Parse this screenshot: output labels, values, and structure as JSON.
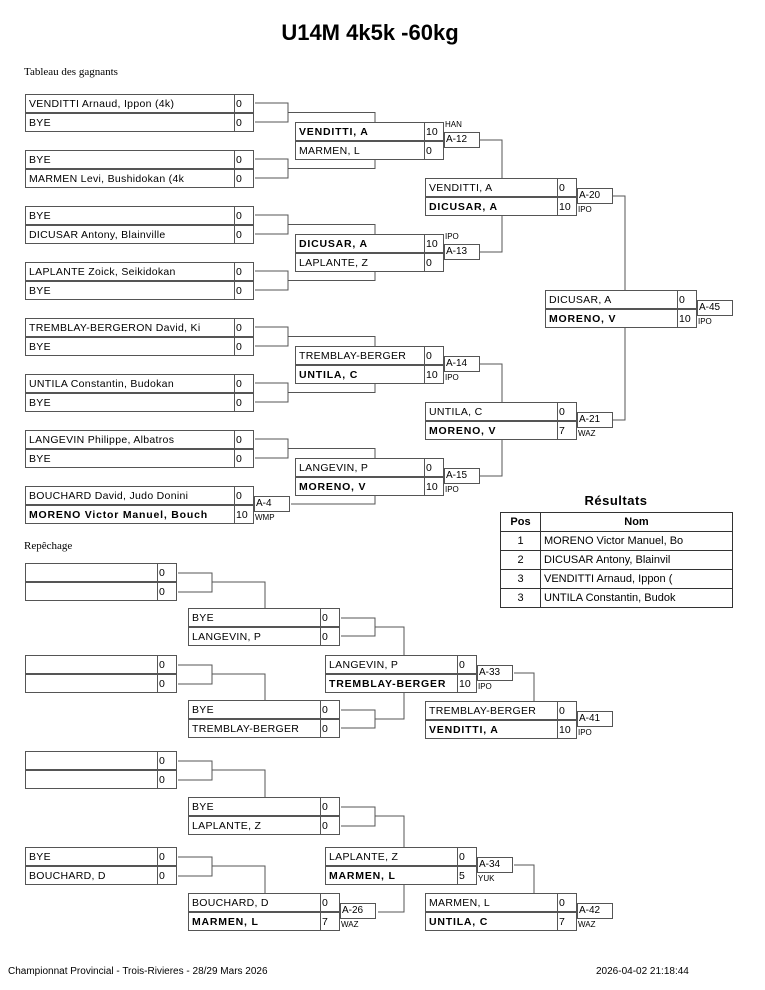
{
  "title": "U14M 4k5k -60kg",
  "sections": {
    "winners": "Tableau des gagnants",
    "repechage": "Repêchage"
  },
  "winners": {
    "r1": [
      {
        "p1": {
          "name": "VENDITTI Arnaud, Ippon (4k)",
          "score": "0"
        },
        "p2": {
          "name": "BYE",
          "score": "0"
        }
      },
      {
        "p1": {
          "name": "BYE",
          "score": "0"
        },
        "p2": {
          "name": "MARMEN Levi, Bushidokan (4k",
          "score": "0"
        }
      },
      {
        "p1": {
          "name": "BYE",
          "score": "0"
        },
        "p2": {
          "name": "DICUSAR Antony, Blainville",
          "score": "0"
        }
      },
      {
        "p1": {
          "name": "LAPLANTE Zoick, Seikidokan",
          "score": "0"
        },
        "p2": {
          "name": "BYE",
          "score": "0"
        }
      },
      {
        "p1": {
          "name": "TREMBLAY-BERGERON David, Ki",
          "score": "0"
        },
        "p2": {
          "name": "BYE",
          "score": "0"
        }
      },
      {
        "p1": {
          "name": "UNTILA Constantin, Budokan",
          "score": "0"
        },
        "p2": {
          "name": "BYE",
          "score": "0"
        }
      },
      {
        "p1": {
          "name": "LANGEVIN Philippe, Albatros",
          "score": "0"
        },
        "p2": {
          "name": "BYE",
          "score": "0"
        }
      },
      {
        "p1": {
          "name": "BOUCHARD David, Judo Donini",
          "score": "0"
        },
        "p2": {
          "name": "MORENO Victor Manuel, Bouch",
          "score": "10",
          "winner": true
        },
        "id": "A-4",
        "tech": "WMP"
      }
    ],
    "r2": [
      {
        "p1": {
          "name": "VENDITTI, A",
          "score": "10",
          "winner": true
        },
        "p2": {
          "name": "MARMEN, L",
          "score": "0"
        },
        "id": "A-12",
        "tech": "HAN",
        "tech_pos": "top"
      },
      {
        "p1": {
          "name": "DICUSAR, A",
          "score": "10",
          "winner": true
        },
        "p2": {
          "name": "LAPLANTE, Z",
          "score": "0"
        },
        "id": "A-13",
        "tech": "IPO",
        "tech_pos": "top"
      },
      {
        "p1": {
          "name": "TREMBLAY-BERGER",
          "score": "0"
        },
        "p2": {
          "name": "UNTILA, C",
          "score": "10",
          "winner": true
        },
        "id": "A-14",
        "tech": "IPO"
      },
      {
        "p1": {
          "name": "LANGEVIN, P",
          "score": "0"
        },
        "p2": {
          "name": "MORENO, V",
          "score": "10",
          "winner": true
        },
        "id": "A-15",
        "tech": "IPO"
      }
    ],
    "r3": [
      {
        "p1": {
          "name": "VENDITTI, A",
          "score": "0"
        },
        "p2": {
          "name": "DICUSAR, A",
          "score": "10",
          "winner": true
        },
        "id": "A-20",
        "tech": "IPO"
      },
      {
        "p1": {
          "name": "UNTILA, C",
          "score": "0"
        },
        "p2": {
          "name": "MORENO, V",
          "score": "7",
          "winner": true
        },
        "id": "A-21",
        "tech": "WAZ"
      }
    ],
    "final": {
      "p1": {
        "name": "DICUSAR, A",
        "score": "0"
      },
      "p2": {
        "name": "MORENO, V",
        "score": "10",
        "winner": true
      },
      "id": "A-45",
      "tech": "IPO"
    }
  },
  "repechage": {
    "top": [
      {
        "p1": {
          "name": "",
          "score": "0"
        },
        "p2": {
          "name": "",
          "score": "0"
        }
      },
      {
        "p1": {
          "name": "BYE",
          "score": "0"
        },
        "p2": {
          "name": "LANGEVIN, P",
          "score": "0"
        }
      },
      {
        "p1": {
          "name": "",
          "score": "0"
        },
        "p2": {
          "name": "",
          "score": "0"
        }
      },
      {
        "p1": {
          "name": "BYE",
          "score": "0"
        },
        "p2": {
          "name": "TREMBLAY-BERGER",
          "score": "0"
        }
      },
      {
        "p1": {
          "name": "LANGEVIN, P",
          "score": "0"
        },
        "p2": {
          "name": "TREMBLAY-BERGER",
          "score": "10",
          "winner": true
        },
        "id": "A-33",
        "tech": "IPO"
      },
      {
        "p1": {
          "name": "TREMBLAY-BERGER",
          "score": "0"
        },
        "p2": {
          "name": "VENDITTI, A",
          "score": "10",
          "winner": true
        },
        "id": "A-41",
        "tech": "IPO"
      }
    ],
    "bottom": [
      {
        "p1": {
          "name": "",
          "score": "0"
        },
        "p2": {
          "name": "",
          "score": "0"
        }
      },
      {
        "p1": {
          "name": "BYE",
          "score": "0"
        },
        "p2": {
          "name": "LAPLANTE, Z",
          "score": "0"
        }
      },
      {
        "p1": {
          "name": "BYE",
          "score": "0"
        },
        "p2": {
          "name": "BOUCHARD, D",
          "score": "0"
        }
      },
      {
        "p1": {
          "name": "BOUCHARD, D",
          "score": "0"
        },
        "p2": {
          "name": "MARMEN, L",
          "score": "7",
          "winner": true
        },
        "id": "A-26",
        "tech": "WAZ"
      },
      {
        "p1": {
          "name": "LAPLANTE, Z",
          "score": "0"
        },
        "p2": {
          "name": "MARMEN, L",
          "score": "5",
          "winner": true
        },
        "id": "A-34",
        "tech": "YUK"
      },
      {
        "p1": {
          "name": "MARMEN, L",
          "score": "0"
        },
        "p2": {
          "name": "UNTILA, C",
          "score": "7",
          "winner": true
        },
        "id": "A-42",
        "tech": "WAZ"
      }
    ]
  },
  "results": {
    "title": "Résultats",
    "headers": {
      "pos": "Pos",
      "name": "Nom"
    },
    "rows": [
      {
        "pos": "1",
        "name": "MORENO Victor Manuel, Bo"
      },
      {
        "pos": "2",
        "name": "DICUSAR Antony, Blainvil"
      },
      {
        "pos": "3",
        "name": "VENDITTI Arnaud, Ippon ("
      },
      {
        "pos": "3",
        "name": "UNTILA Constantin, Budok"
      }
    ]
  },
  "footer": {
    "left": "Championnat Provincial - Trois-Rivieres - 28/29 Mars 2026",
    "right": "2026-04-02 21:18:44"
  }
}
